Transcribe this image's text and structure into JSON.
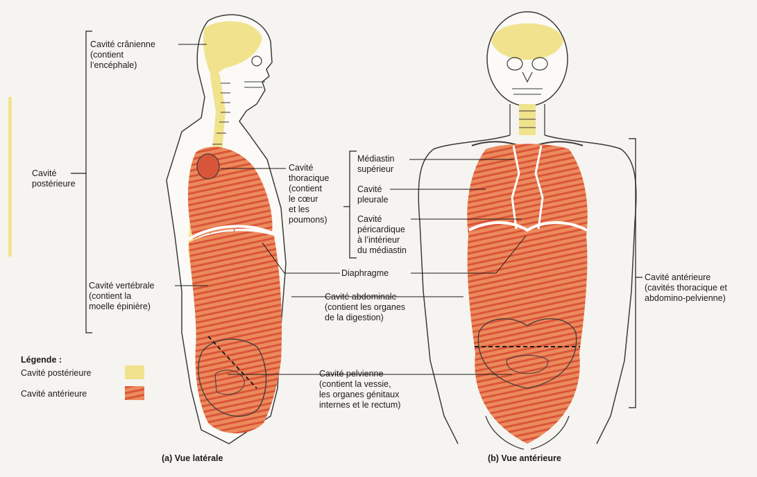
{
  "colors": {
    "posterior": "#f1e38e",
    "anterior": "#ec8a5c",
    "anterior_stripe": "#d9553a",
    "outline": "#3a3a3a"
  },
  "lateral": {
    "cranial": "Cavité crânienne\n(contient\nl’encéphale)",
    "posterior_cavity": "Cavité\npostérieure",
    "thoracic": "Cavité\nthoracique\n(contient\nle cœur\net les\npoumons)",
    "vertebral": "Cavité vertébrale\n(contient la\nmoelle épinière)",
    "caption": "(a) Vue latérale"
  },
  "middle": {
    "diaphragm": "Diaphragme",
    "abdominal": "Cavité abdominale\n(contient les organes\nde la digestion)",
    "pelvic": "Cavité pelvienne\n(contient la vessie,\nles organes génitaux\ninternes et le rectum)"
  },
  "anterior": {
    "mediastinum": "Médiastin\nsupérieur",
    "pleural": "Cavité\npleurale",
    "pericardial": "Cavité\npéricardique\nà l’intérieur\ndu médiastin",
    "anterior_cavity": "Cavité antérieure\n(cavités thoracique et\nabdomino-pelvienne)",
    "caption": "(b) Vue antérieure"
  },
  "legend": {
    "title": "Légende :",
    "posterior": "Cavité postérieure",
    "anterior": "Cavité antérieure"
  }
}
